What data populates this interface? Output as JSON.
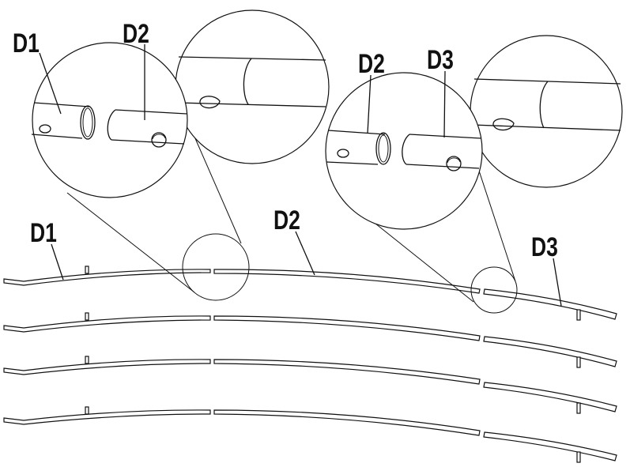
{
  "labels": {
    "left_zoom_d1": "D1",
    "left_zoom_d2": "D2",
    "right_zoom_d2": "D2",
    "right_zoom_d3": "D3",
    "rod_d1": "D1",
    "rod_d2": "D2",
    "rod_d3": "D3"
  },
  "colors": {
    "line": "#111111",
    "background": "#ffffff"
  },
  "rods": {
    "count": 4
  }
}
